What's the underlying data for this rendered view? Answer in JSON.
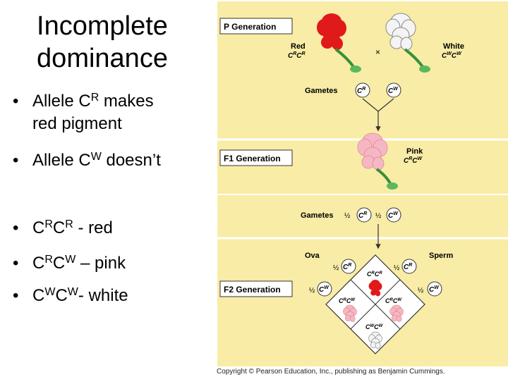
{
  "slide": {
    "title_line1": "Incomplete",
    "title_line2": "dominance",
    "bullets": {
      "b1": {
        "pre": "Allele C",
        "sup": "R",
        "post": " makes",
        "line2": "red pigment"
      },
      "b2": {
        "pre": "Allele C",
        "sup": "W",
        "post": " doesn’t"
      },
      "b3": {
        "c1": "C",
        "s1": "R",
        "c2": "C",
        "s2": "R",
        "post": " - red"
      },
      "b4": {
        "c1": "C",
        "s1": "R",
        "c2": "C",
        "s2": "W",
        "post": " – pink"
      },
      "b5": {
        "c1": "C",
        "s1": "W",
        "c2": "C",
        "s2": "W",
        "post": "- white"
      }
    }
  },
  "figure": {
    "p_label": "P Generation",
    "f1_label": "F1 Generation",
    "f2_label": "F2 Generation",
    "red_label": "Red",
    "white_label": "White",
    "pink_label": "Pink",
    "cross": "×",
    "gametes1": "Gametes",
    "gametes2": "Gametes",
    "ova": "Ova",
    "sperm": "Sperm",
    "half": "½",
    "gen_c": "C",
    "gen_r": "R",
    "gen_w": "W",
    "copyright": "Copyright © Pearson Education, Inc., publishing as Benjamin Cummings.",
    "colors": {
      "panel": "#f8eca6",
      "divider": "#ffffff",
      "red_flower": "#e0191b",
      "pink_flower": "#f6b7c5",
      "white_flower": "#f4f4f4",
      "leaf": "#5cb85c"
    }
  }
}
